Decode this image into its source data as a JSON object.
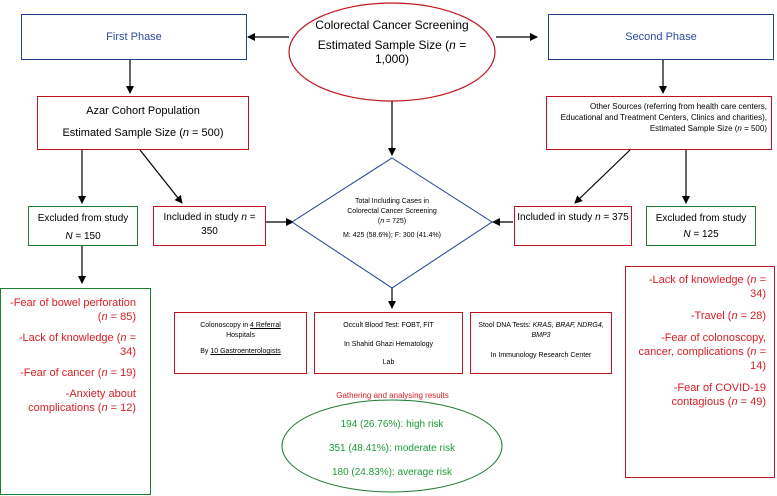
{
  "top": {
    "title": "Colorectal Cancer Screening",
    "sample_prefix": "Estimated Sample Size (",
    "sample_n": "n",
    "sample_suffix": " = 1,000)"
  },
  "first_phase": {
    "label": "First Phase"
  },
  "second_phase": {
    "label": "Second Phase"
  },
  "azar": {
    "title": "Azar Cohort Population",
    "sample_prefix": "Estimated Sample Size (",
    "sample_n": "n",
    "sample_suffix": " = 500)"
  },
  "other_sources": {
    "text": "Other Sources (referring from health care centers, Educational and Treatment Centers, Clinics and charities), Estimated Sample Size (",
    "n": "n",
    "suffix": " = 500)"
  },
  "excluded_left": {
    "title": "Excluded from study",
    "n_var": "N",
    "n_val": " = 150"
  },
  "included_left": {
    "prefix": "Included in study ",
    "n_var": "n",
    "suffix": " = 350"
  },
  "diamond": {
    "line1": "Total Including Cases in",
    "line2": "Colorectal Cancer Screening",
    "line3_prefix": "(",
    "line3_n": "n",
    "line3_suffix": " = 725)",
    "line4": "M: 425 (58.6%); F: 300 (41.4%)"
  },
  "included_right": {
    "prefix": "Included in study ",
    "n_var": "n",
    "suffix": " = 375"
  },
  "excluded_right": {
    "title": "Excluded from study",
    "n_var": "N",
    "n_val": " = 125"
  },
  "reasons_left": [
    {
      "text": "-Fear of bowel perforation (",
      "n": "n",
      "val": " = 85)"
    },
    {
      "text": "-Lack of knowledge (",
      "n": "n",
      "val": " = 34)"
    },
    {
      "text": "-Fear of cancer (",
      "n": "n",
      "val": " = 19)"
    },
    {
      "text": "-Anxiety about complications (",
      "n": "n",
      "val": " = 12)"
    }
  ],
  "reasons_right": [
    {
      "text": "-Lack of knowledge (",
      "n": "n",
      "val": " = 34)"
    },
    {
      "text": "-Travel (",
      "n": "n",
      "val": " = 28)"
    },
    {
      "text": "-Fear of colonoscopy, cancer, complications (",
      "n": "n",
      "val": " = 14)"
    },
    {
      "text": "-Fear of COVID-19 contagious (",
      "n": "n",
      "val": " = 49)"
    }
  ],
  "colonoscopy": {
    "prefix": "Colonoscopy in ",
    "link": "4 Referral",
    "line2": "Hospitals",
    "by": "By ",
    "by_link": "10 Gastroenterologists"
  },
  "occult": {
    "line1": "Occult Blood Test: FOBT, FIT",
    "line2": "In Shahid Ghazi Hematology",
    "line3": "Lab"
  },
  "stool": {
    "prefix": "Stool DNA Tests: ",
    "genes": "KRAS, BRAF, NDRG4, BMP3",
    "line3": "In Immunology Research Center"
  },
  "gathering": {
    "label": "Gathering and analysing results"
  },
  "results": {
    "high": "194 (26.76%): high risk",
    "moderate": "351 (48.41%): moderate risk",
    "average": "180 (24.83%): average risk"
  },
  "colors": {
    "blue": "#1f3f8f",
    "red": "#c0141c",
    "green": "#1e7b32",
    "red_text": "#d81e25",
    "green_text": "#1f9b3a"
  }
}
